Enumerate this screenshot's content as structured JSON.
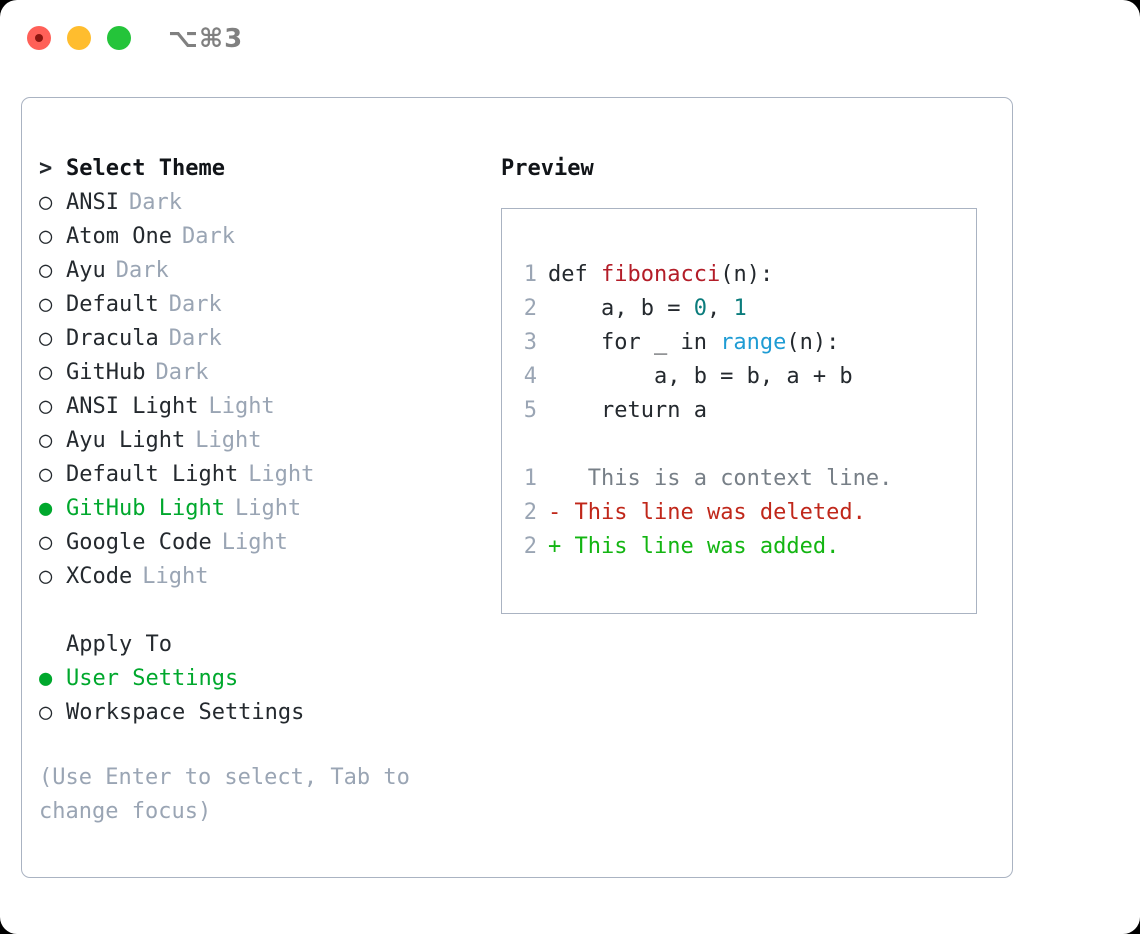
{
  "titlebar": {
    "shortcut": "⌥⌘3",
    "lights": [
      {
        "name": "close",
        "color": "#ff6058"
      },
      {
        "name": "minimize",
        "color": "#ffbd2e"
      },
      {
        "name": "maximize",
        "color": "#24c43a"
      }
    ]
  },
  "colors": {
    "accent_green": "#00a82d",
    "muted": "#9aa5b4",
    "text": "#24292e",
    "border": "#aab3c2",
    "diff_add": "#13b512",
    "diff_del": "#c0271a",
    "syntax_function": "#b31d28",
    "syntax_number": "#0b7c7c",
    "syntax_call": "#1f9cd4"
  },
  "theme_list": {
    "prompt": ">",
    "heading": "Select Theme",
    "marker_unselected": "○",
    "marker_selected": "●",
    "items": [
      {
        "label": "ANSI",
        "suffix": "Dark",
        "selected": false
      },
      {
        "label": "Atom One",
        "suffix": "Dark",
        "selected": false
      },
      {
        "label": "Ayu",
        "suffix": "Dark",
        "selected": false
      },
      {
        "label": "Default",
        "suffix": "Dark",
        "selected": false
      },
      {
        "label": "Dracula",
        "suffix": "Dark",
        "selected": false
      },
      {
        "label": "GitHub",
        "suffix": "Dark",
        "selected": false
      },
      {
        "label": "ANSI Light",
        "suffix": "Light",
        "selected": false
      },
      {
        "label": "Ayu Light",
        "suffix": "Light",
        "selected": false
      },
      {
        "label": "Default Light",
        "suffix": "Light",
        "selected": false
      },
      {
        "label": "GitHub Light",
        "suffix": "Light",
        "selected": true
      },
      {
        "label": "Google Code",
        "suffix": "Light",
        "selected": false
      },
      {
        "label": "XCode",
        "suffix": "Light",
        "selected": false
      }
    ]
  },
  "apply_to": {
    "heading": "Apply To",
    "items": [
      {
        "label": "User Settings",
        "selected": true
      },
      {
        "label": "Workspace Settings",
        "selected": false
      }
    ]
  },
  "hint": "(Use Enter to select, Tab to change focus)",
  "preview": {
    "title": "Preview",
    "code_lines": [
      {
        "no": "1",
        "tokens": [
          {
            "t": "def ",
            "k": "plain"
          },
          {
            "t": "fibonacci",
            "k": "fn"
          },
          {
            "t": "(n):",
            "k": "plain"
          }
        ]
      },
      {
        "no": "2",
        "tokens": [
          {
            "t": "    a, b = ",
            "k": "plain"
          },
          {
            "t": "0",
            "k": "num"
          },
          {
            "t": ", ",
            "k": "plain"
          },
          {
            "t": "1",
            "k": "num"
          }
        ]
      },
      {
        "no": "3",
        "tokens": [
          {
            "t": "    for _ in ",
            "k": "plain"
          },
          {
            "t": "range",
            "k": "call"
          },
          {
            "t": "(n):",
            "k": "plain"
          }
        ]
      },
      {
        "no": "4",
        "tokens": [
          {
            "t": "        a, b = b, a + b",
            "k": "plain"
          }
        ]
      },
      {
        "no": "5",
        "tokens": [
          {
            "t": "    return a",
            "k": "plain"
          }
        ]
      }
    ],
    "diff_lines": [
      {
        "no": "1",
        "sign": " ",
        "text": "  This is a context line.",
        "kind": "context"
      },
      {
        "no": "2",
        "sign": "-",
        "text": " This line was deleted.",
        "kind": "del"
      },
      {
        "no": "2",
        "sign": "+",
        "text": " This line was added.",
        "kind": "add"
      }
    ]
  }
}
